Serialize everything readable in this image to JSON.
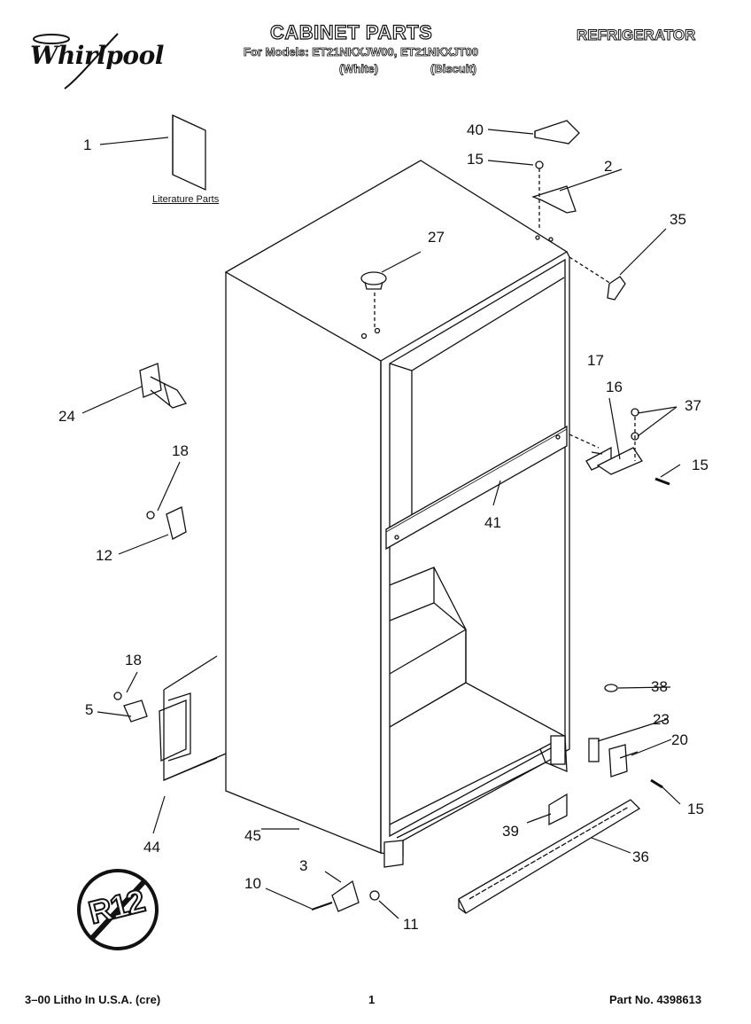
{
  "brand": {
    "name": "Whirlpool"
  },
  "header": {
    "title": "CABINET PARTS",
    "models": "For Models: ET21NKXJW00, ET21NKXJT00",
    "color_white": "(White)",
    "color_biscuit": "(Biscuit)",
    "category": "REFRIGERATOR"
  },
  "literature_label": "Literature Parts",
  "badge_text": "R12",
  "callouts": {
    "c1": "1",
    "c2": "2",
    "c3": "3",
    "c5": "5",
    "c10": "10",
    "c11": "11",
    "c12": "12",
    "c15a": "15",
    "c15b": "15",
    "c15c": "15",
    "c16": "16",
    "c17": "17",
    "c18a": "18",
    "c18b": "18",
    "c20": "20",
    "c23": "23",
    "c24": "24",
    "c27": "27",
    "c35": "35",
    "c36": "36",
    "c37": "37",
    "c38": "38",
    "c39": "39",
    "c40": "40",
    "c41": "41",
    "c44": "44",
    "c45": "45"
  },
  "footer": {
    "litho": "3–00 Litho In U.S.A. (cre)",
    "page": "1",
    "part_no": "Part No. 4398613"
  },
  "colors": {
    "ink": "#111111",
    "paper": "#ffffff"
  }
}
